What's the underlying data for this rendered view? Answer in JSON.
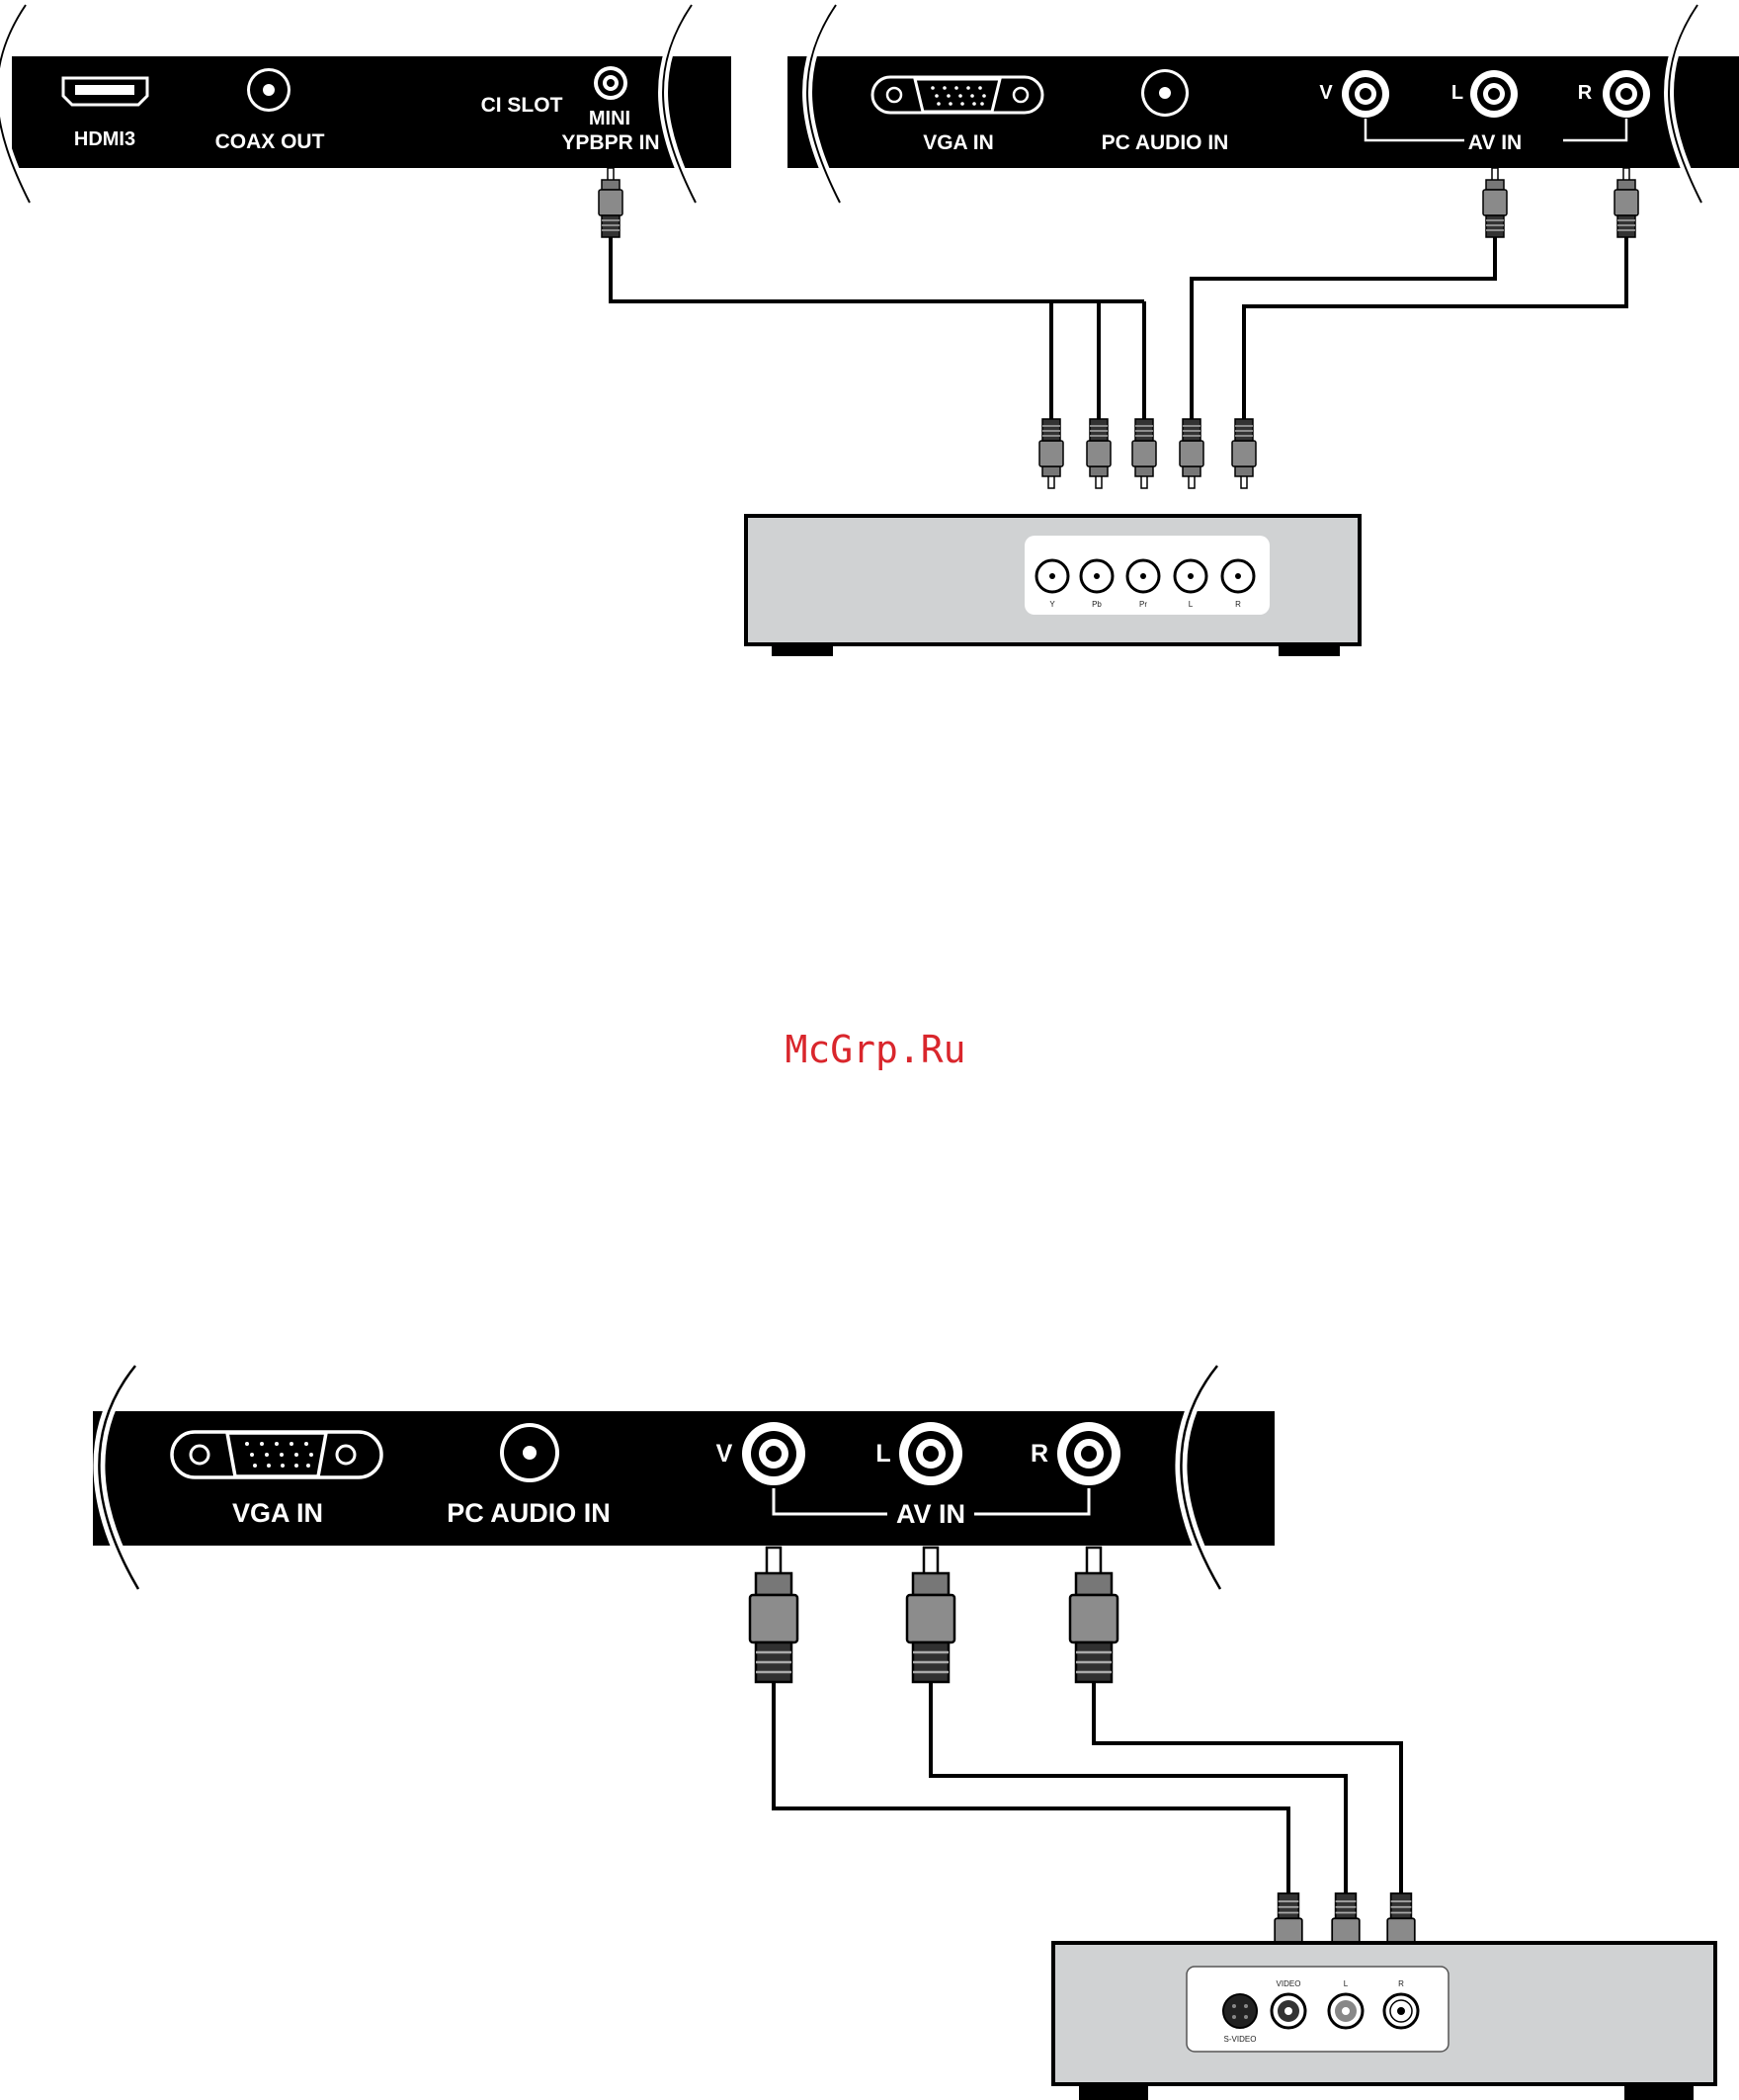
{
  "diagram1": {
    "panel_left": {
      "hdmi_label": "HDMI3",
      "coax_label": "COAX OUT",
      "ci_slot_label": "CI SLOT",
      "mini_label": "MINI",
      "ypbpr_label": "YPBPR IN"
    },
    "panel_right": {
      "vga_label": "VGA IN",
      "pc_audio_label": "PC AUDIO IN",
      "v_label": "V",
      "l_label": "L",
      "r_label": "R",
      "av_in_label": "AV IN"
    },
    "device": {
      "jack_labels": [
        "Y",
        "Pb",
        "Pr",
        "L",
        "R"
      ]
    }
  },
  "watermark": "McGrp.Ru",
  "diagram2": {
    "panel": {
      "vga_label": "VGA IN",
      "pc_audio_label": "PC AUDIO IN",
      "v_label": "V",
      "l_label": "L",
      "r_label": "R",
      "av_in_label": "AV IN"
    },
    "device": {
      "svideo_label": "S-VIDEO",
      "video_label": "VIDEO",
      "l_label": "L",
      "r_label": "R"
    }
  },
  "colors": {
    "panel": "#000000",
    "device_body": "#d0d2d3",
    "watermark": "#d9262c"
  }
}
